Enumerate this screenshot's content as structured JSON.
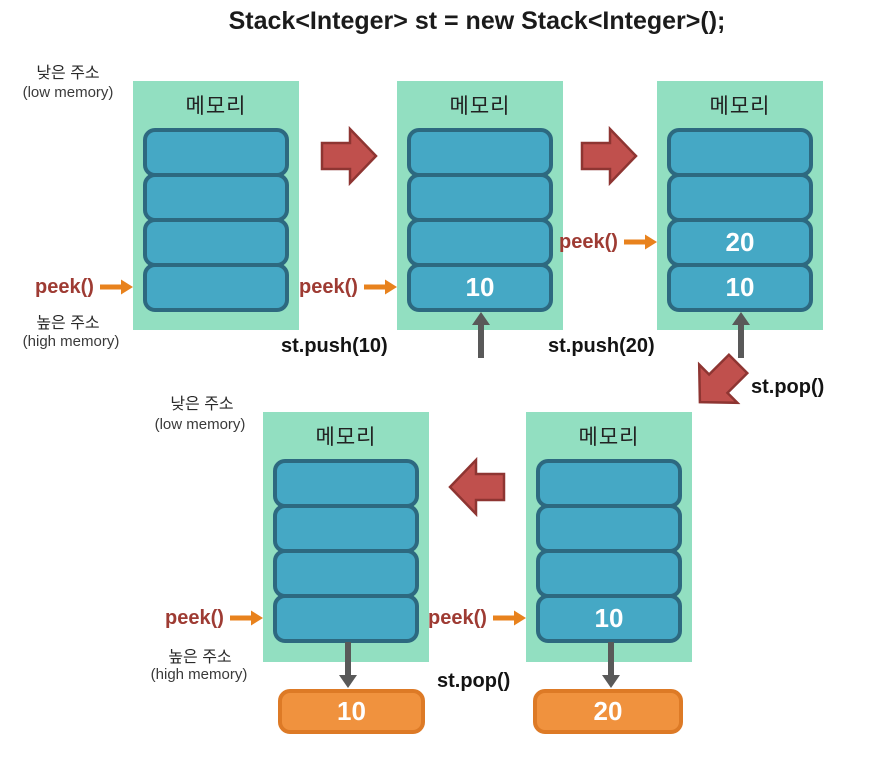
{
  "title": "Stack<Integer> st = new Stack<Integer>();",
  "labels": {
    "memory": "메모리",
    "peek": "peek()",
    "low_address": "낮은 주소",
    "low_memory": "(low memory)",
    "high_address": "높은 주소",
    "high_memory": "(high memory)",
    "push_10": "st.push(10)",
    "push_20": "st.push(20)",
    "pop": "st.pop()"
  },
  "blocks": {
    "initial": {
      "slots": [
        "",
        "",
        "",
        ""
      ]
    },
    "after_push_10": {
      "slots": [
        "",
        "",
        "",
        "10"
      ]
    },
    "after_push_20": {
      "slots": [
        "",
        "",
        "20",
        "10"
      ]
    },
    "after_pop_20": {
      "slots": [
        "",
        "",
        "",
        "10"
      ]
    },
    "after_pop_10": {
      "slots": [
        "",
        "",
        "",
        ""
      ]
    }
  },
  "pop_results": {
    "first": "20",
    "second": "10"
  },
  "colors": {
    "block_bg": "#92DFC1",
    "slot_fill": "#45A8C5",
    "slot_border": "#2D6980",
    "flow_arrow_fill": "#C0504D",
    "flow_arrow_border": "#8E3532",
    "peek_text": "#9E3B33",
    "peek_arrow": "#E8821D",
    "gray_arrow": "#595959",
    "result_fill": "#F0923E",
    "result_border": "#DD7A26"
  }
}
